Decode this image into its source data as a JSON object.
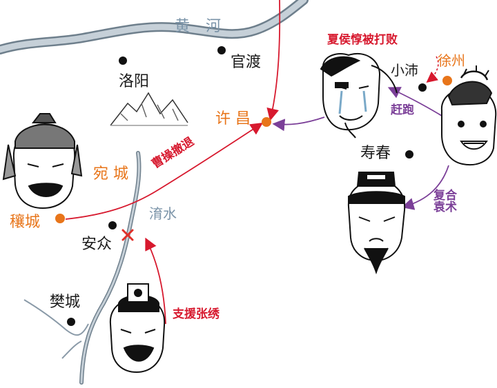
{
  "rivers": {
    "yellow_river": "黄  河",
    "yu_river": "淯水"
  },
  "cities": {
    "guandu": "官渡",
    "luoyang": "洛阳",
    "xuchang": "许  昌",
    "xiaopei": "小沛",
    "xuzhou": "徐州",
    "shouchun": "寿春",
    "wancheng": "宛  城",
    "rangcheng": "穰城",
    "anzhong": "安众",
    "fancheng": "樊城"
  },
  "annotations": {
    "xiahou_defeated": "夏侯惇被打败",
    "flee": "赶跑",
    "ally_yuanshu_line1": "复合",
    "ally_yuanshu_line2": "袁术",
    "cao_retreat": "曹操撤退",
    "support_zhangxiu": "支援张绣"
  },
  "colors": {
    "river": "#8a9aa8",
    "city_dot": "#111111",
    "capital_dot": "#e8751a",
    "red_arrow": "#d7192e",
    "purple_arrow": "#7b3f98",
    "battle_mark": "#e0302a"
  },
  "icons": [
    "mountain-icon",
    "battle-cross-icon",
    "general-portrait-icon"
  ]
}
